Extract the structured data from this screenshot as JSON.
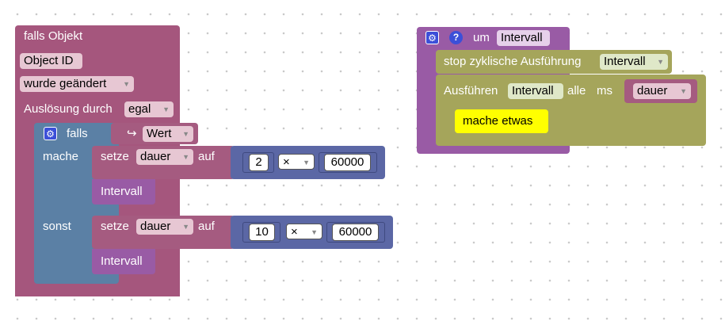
{
  "left_block": {
    "header": "falls Objekt",
    "object_id": "Object ID",
    "trigger": "wurde geändert",
    "ausloesung_label": "Auslösung durch",
    "ausloesung_value": "egal",
    "if_block": {
      "falls_label": "falls",
      "wert_arrow": "↪",
      "wert": "Wert",
      "mache_label": "mache",
      "sonst_label": "sonst",
      "set1": {
        "setze": "setze",
        "var": "dauer",
        "auf": "auf",
        "a": "2",
        "op": "×",
        "b": "60000",
        "next": "Intervall"
      },
      "set2": {
        "setze": "setze",
        "var": "dauer",
        "auf": "auf",
        "a": "10",
        "op": "×",
        "b": "60000",
        "next": "Intervall"
      }
    }
  },
  "right_block": {
    "um_label": "um",
    "interval_name": "Intervall",
    "stop_label": "stop zyklische Ausführung",
    "stop_value": "Intervall",
    "run_label": "Ausführen",
    "run_name": "Intervall",
    "alle_label": "alle",
    "ms_label": "ms",
    "dauer_value": "dauer",
    "mache_etwas": "mache etwas"
  },
  "icons": {
    "gear": "gear-icon",
    "help": "help-icon",
    "dropdown": "dropdown-arrow-icon"
  },
  "colors": {
    "event_block": "#a5567d",
    "logic_block": "#5b80a5",
    "variable_block": "#a55b80",
    "math_block": "#5b67a5",
    "procedure_block": "#995ba5",
    "timer_block": "#a5a55b",
    "comment_block": "#ffff00"
  }
}
